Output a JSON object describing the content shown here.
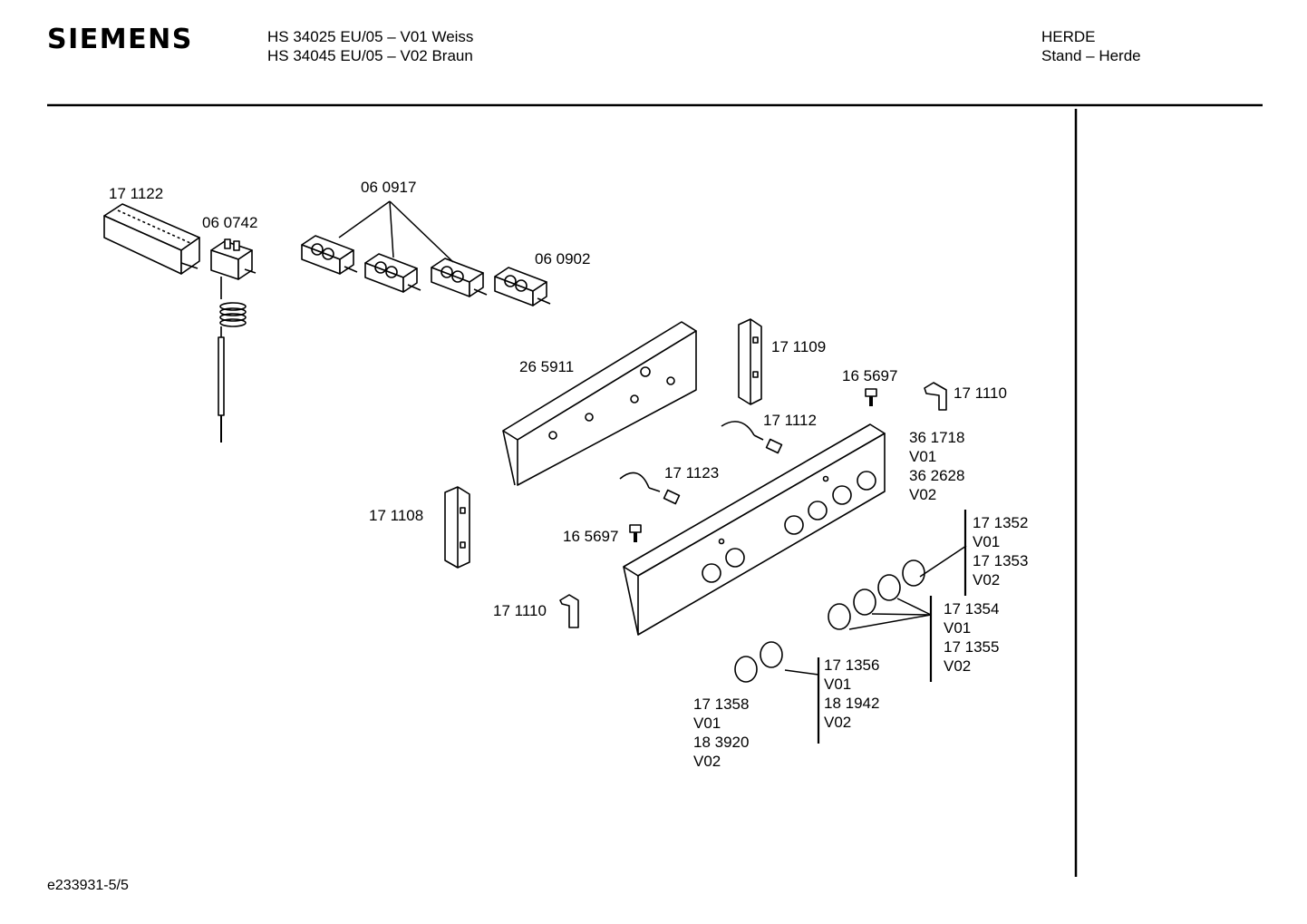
{
  "header": {
    "brand": "SIEMENS",
    "models": [
      "HS 34025 EU/05 – V01 Weiss",
      "HS 34045 EU/05 – V02 Braun"
    ],
    "category": [
      "HERDE",
      "Stand – Herde"
    ]
  },
  "parts": {
    "p171122": "17 1122",
    "p060742": "06 0742",
    "p060917": "06 0917",
    "p060902": "06 0902",
    "p265911": "26 5911",
    "p171109": "17 1109",
    "p165697_top": "16 5697",
    "p171110_top": "17 1110",
    "p171112": "17 1112",
    "p171123": "17 1123",
    "p361718": [
      "36 1718",
      "V01",
      "36 2628",
      "V02"
    ],
    "p171108": "17 1108",
    "p165697_bottom": "16 5697",
    "p171352": [
      "17 1352",
      "V01",
      "17 1353",
      "V02"
    ],
    "p171354": [
      "17 1354",
      "V01",
      "17 1355",
      "V02"
    ],
    "p171110_bottom": "17 1110",
    "p171356": [
      "17 1356",
      "V01",
      "18 1942",
      "V02"
    ],
    "p171358": [
      "17 1358",
      "V01",
      "18 3920",
      "V02"
    ]
  },
  "footer": {
    "doc_id": "e233931-5/5"
  }
}
